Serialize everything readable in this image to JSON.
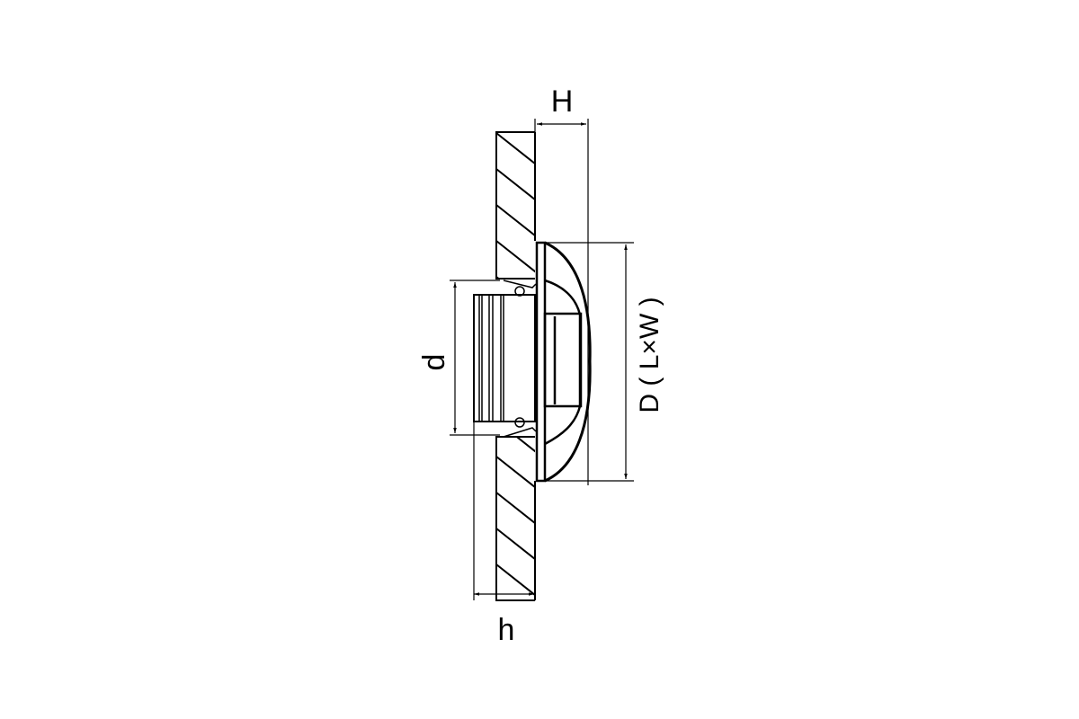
{
  "diagram": {
    "labels": {
      "H": "H",
      "d": "d",
      "D": "D ( L×W )",
      "h": "h"
    },
    "line_color": "#000000",
    "background": "#ffffff"
  }
}
